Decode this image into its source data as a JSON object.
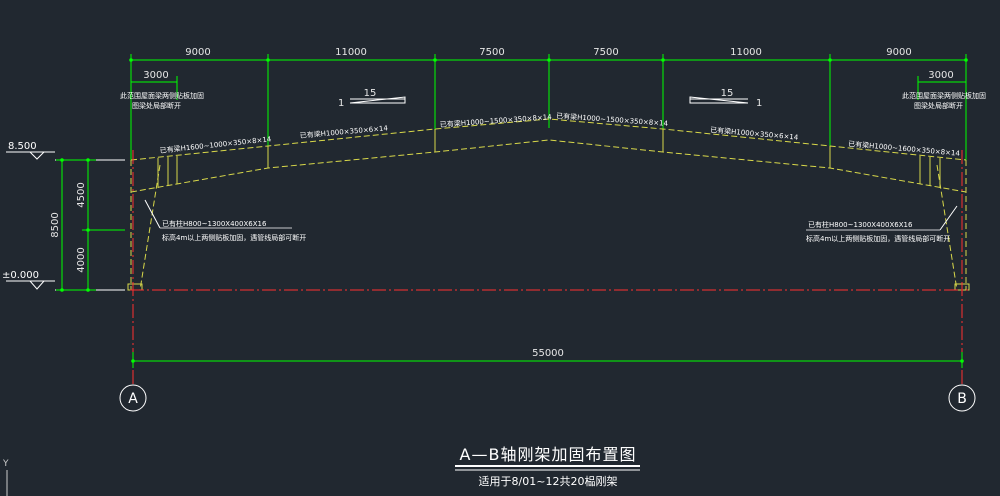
{
  "top_dimensions": [
    "9000",
    "11000",
    "7500",
    "7500",
    "11000",
    "9000"
  ],
  "end_dim_left": "3000",
  "end_dim_right": "3000",
  "total_dimension": "55000",
  "slope": {
    "left_label": "1",
    "left_ratio": "15",
    "right_label": "1",
    "right_ratio": "15"
  },
  "level_top": "8.500",
  "level_bottom": "±0.000",
  "height_total": "8500",
  "height_upper": "4500",
  "height_lower": "4000",
  "beam_labels": [
    "已有梁H1600~1000×350×8×14",
    "已有梁H1000×350×6×14",
    "已有梁H1000~1500×350×8×14",
    "已有梁H1000~1500×350×8×14",
    "已有梁H1000×350×6×14",
    "已有梁H1000~1600×350×8×14"
  ],
  "end_note_left": {
    "line1": "此范围屋面梁两侧贴板加固",
    "line2": "图梁处局部断开"
  },
  "end_note_right": {
    "line1": "此范围屋面梁两侧贴板加固",
    "line2": "图梁处局部断开"
  },
  "column_note_left": {
    "line1": "已有柱H800~1300X400X6X16",
    "line2": "标高4m以上两侧贴板加固，遇管线局部可断开"
  },
  "column_note_right": {
    "line1": "已有柱H800~1300X400X6X16",
    "line2": "标高4m以上两侧贴板加固，遇管线局部可断开"
  },
  "axis_left": "A",
  "axis_right": "B",
  "drawing_title": "A—B轴刚架加固布置图",
  "drawing_subtitle": "适用于8/01~12共20榀刚架",
  "ucs_label": "Y",
  "colors": {
    "background": "#212830",
    "dimension": "#00ff00",
    "frame": "#d8d84a",
    "axis": "#ff3030",
    "text": "#ffffff"
  }
}
